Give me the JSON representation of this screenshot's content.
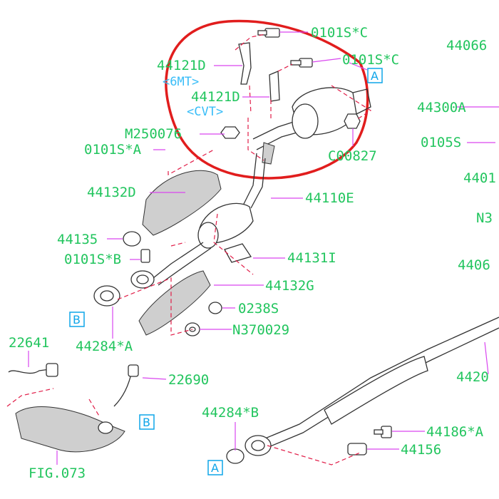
{
  "labels": {
    "p0101sc_top": "0101S*C",
    "p0101sc_mid": "0101S*C",
    "p44066": "44066",
    "p44121d_a": "44121D",
    "mt6": "<6MT>",
    "p44121d_b": "44121D",
    "cvt": "<CVT>",
    "p44300a": "44300A",
    "m250076": "M250076",
    "p0101sa": "0101S*A",
    "c00827": "C00827",
    "p0105s": "0105S",
    "p4401": "4401",
    "p44132d": "44132D",
    "p44110e": "44110E",
    "n3": "N3",
    "p44135": "44135",
    "p0101sb": "0101S*B",
    "p44131i": "44131I",
    "p4406": "4406",
    "p44132g": "44132G",
    "p0238s": "0238S",
    "n370029": "N370029",
    "p44284a": "44284*A",
    "p22641": "22641",
    "p22690": "22690",
    "p4420": "4420",
    "p44284b": "44284*B",
    "p44186a": "44186*A",
    "p44156": "44156",
    "fig073": "FIG.073"
  },
  "refs": {
    "a_top": "A",
    "b_left": "B",
    "b_lower": "B",
    "a_bottom": "A"
  },
  "colors": {
    "label": "#22c55e",
    "leader": "#d946ef",
    "dashed": "#e11d48",
    "highlight_ring": "#e11d1d",
    "ref_box": "#0ea5e9"
  }
}
